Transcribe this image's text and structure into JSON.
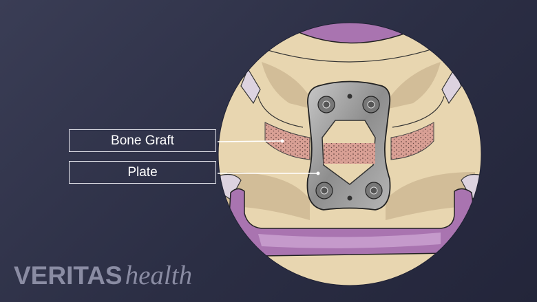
{
  "labels": {
    "bone_graft": "Bone Graft",
    "plate": "Plate"
  },
  "logo": {
    "brand_bold": "VERITAS",
    "brand_italic": "health"
  },
  "colors": {
    "background": "#2f3249",
    "bone": "#e8d6b0",
    "bone_shadow": "#d2bd98",
    "disc": "#a974b0",
    "graft": "#d9a095",
    "plate": "#9a9a9a",
    "label_border": "#e8e8ef"
  }
}
